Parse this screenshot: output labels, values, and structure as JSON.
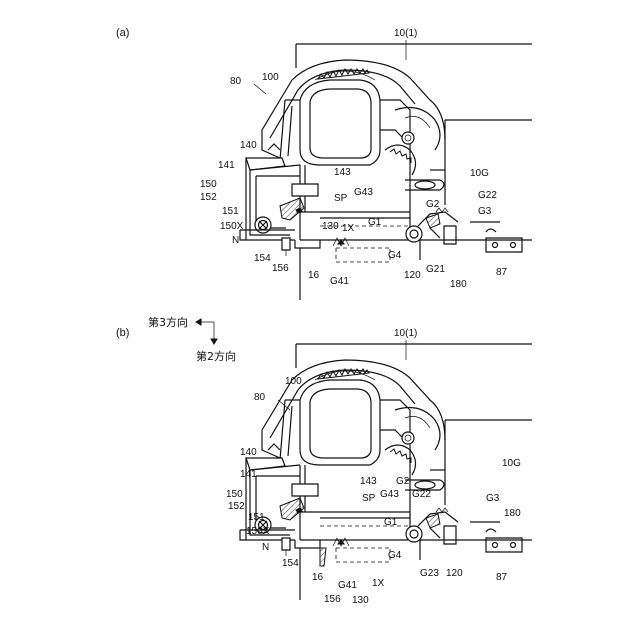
{
  "panels": [
    {
      "id": "a",
      "panel_label": "(a)",
      "title_ref": "10(1)",
      "labels": {
        "l80": "80",
        "l100": "100",
        "l140": "140",
        "l141": "141",
        "l150": "150",
        "l152": "152",
        "l151": "151",
        "l150x": "150X",
        "lN": "N",
        "l143": "143",
        "lSP": "SP",
        "lG43": "G43",
        "l130": "130",
        "l1X": "1X",
        "lG1": "G1",
        "lG2": "G2",
        "lG22": "G22",
        "lG3": "G3",
        "l10G": "10G",
        "lG4": "G4",
        "l154": "154",
        "l156": "156",
        "l16": "16",
        "lG41": "G41",
        "l120": "120",
        "lG21": "G21",
        "l180": "180",
        "l87": "87"
      }
    },
    {
      "id": "b",
      "panel_label": "(b)",
      "title_ref": "10(1)",
      "labels": {
        "l80": "80",
        "l100": "100",
        "l140": "140",
        "l141": "141",
        "l150": "150",
        "l152": "152",
        "l151": "151",
        "l150x": "150X",
        "lN": "N",
        "l143": "143",
        "lSP": "SP",
        "lG43": "G43",
        "lG2": "G2",
        "lG22": "G22",
        "lG1": "G1",
        "lG3": "G3",
        "l10G": "10G",
        "l180": "180",
        "lG4": "G4",
        "l154": "154",
        "l16": "16",
        "lG41": "G41",
        "l1X": "1X",
        "l156": "156",
        "l130": "130",
        "lG23": "G23",
        "l120": "120",
        "l87": "87"
      }
    }
  ],
  "direction_legend": {
    "third": "第3方向",
    "second": "第2方向"
  }
}
